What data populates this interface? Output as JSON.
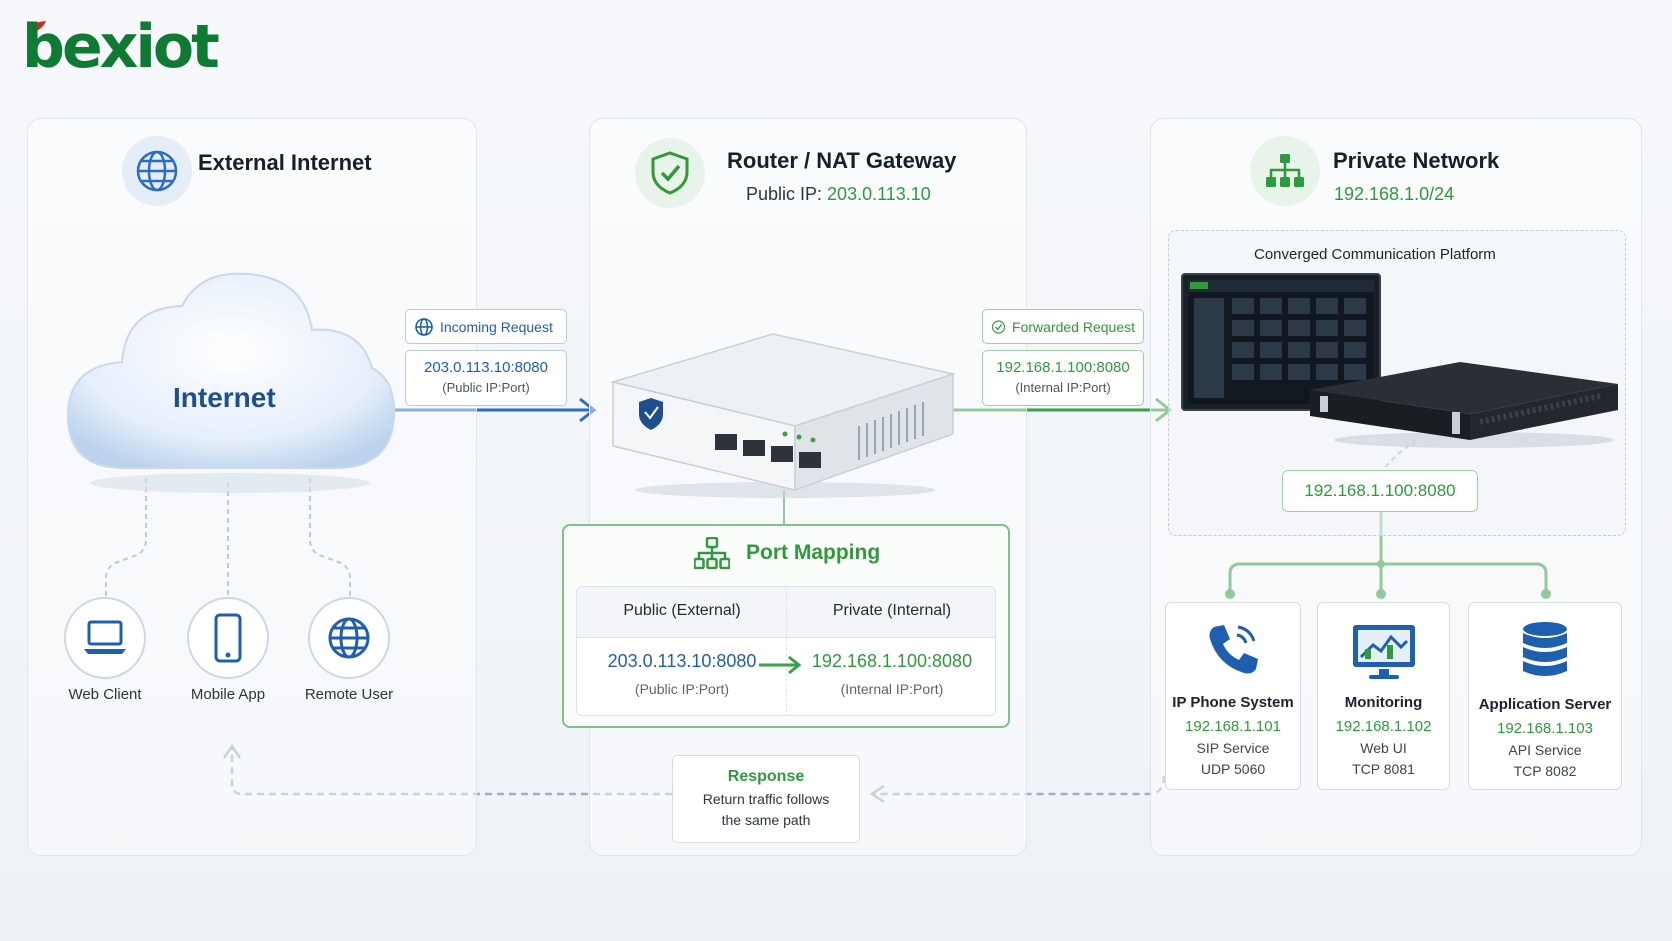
{
  "logo": {
    "text": "bexiot"
  },
  "external": {
    "title": "External Internet",
    "cloud_label": "Internet",
    "clients": [
      {
        "label": "Web Client",
        "icon": "laptop-icon"
      },
      {
        "label": "Mobile App",
        "icon": "mobile-icon"
      },
      {
        "label": "Remote User",
        "icon": "globe-icon"
      }
    ]
  },
  "incoming": {
    "tag": "Incoming Request",
    "address": "203.0.113.10:8080",
    "address_note": "(Public IP:Port)"
  },
  "router": {
    "title": "Router / NAT Gateway",
    "public_ip_label": "Public IP: ",
    "public_ip": "203.0.113.10"
  },
  "forwarded": {
    "tag": "Forwarded Request",
    "address": "192.168.1.100:8080",
    "address_note": "(Internal IP:Port)"
  },
  "port_mapping": {
    "title": "Port Mapping",
    "headers": [
      "Public (External)",
      "Private (Internal)"
    ],
    "public_value": "203.0.113.10:8080",
    "public_note": "(Public IP:Port)",
    "private_value": "192.168.1.100:8080",
    "private_note": "(Internal IP:Port)"
  },
  "private": {
    "title": "Private Network",
    "subnet": "192.168.1.0/24",
    "platform_title": "Converged Communication Platform",
    "platform_ip": "192.168.1.100:8080",
    "services": [
      {
        "name": "IP Phone System",
        "ip": "192.168.1.101",
        "line1": "SIP Service",
        "line2": "UDP 5060",
        "icon": "phone-icon"
      },
      {
        "name": "Monitoring",
        "ip": "192.168.1.102",
        "line1": "Web UI",
        "line2": "TCP 8081",
        "icon": "monitor-chart-icon"
      },
      {
        "name": "Application Server",
        "ip": "192.168.1.103",
        "line1": "API Service",
        "line2": "TCP 8082",
        "icon": "database-icon"
      }
    ]
  },
  "response": {
    "title": "Response",
    "text_line1": "Return traffic follows",
    "text_line2": "the same path"
  },
  "colors": {
    "blue": "#1f5fb0",
    "green": "#2f9a3c"
  }
}
